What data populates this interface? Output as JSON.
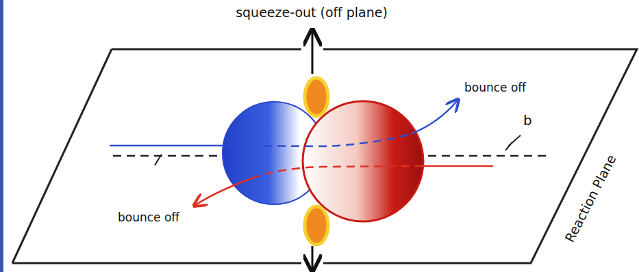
{
  "diagram": {
    "labels": [
      "squeeze-out (off plane)",
      "bounce off",
      "bounce off",
      "b",
      "Reaction Plane"
    ]
  }
}
